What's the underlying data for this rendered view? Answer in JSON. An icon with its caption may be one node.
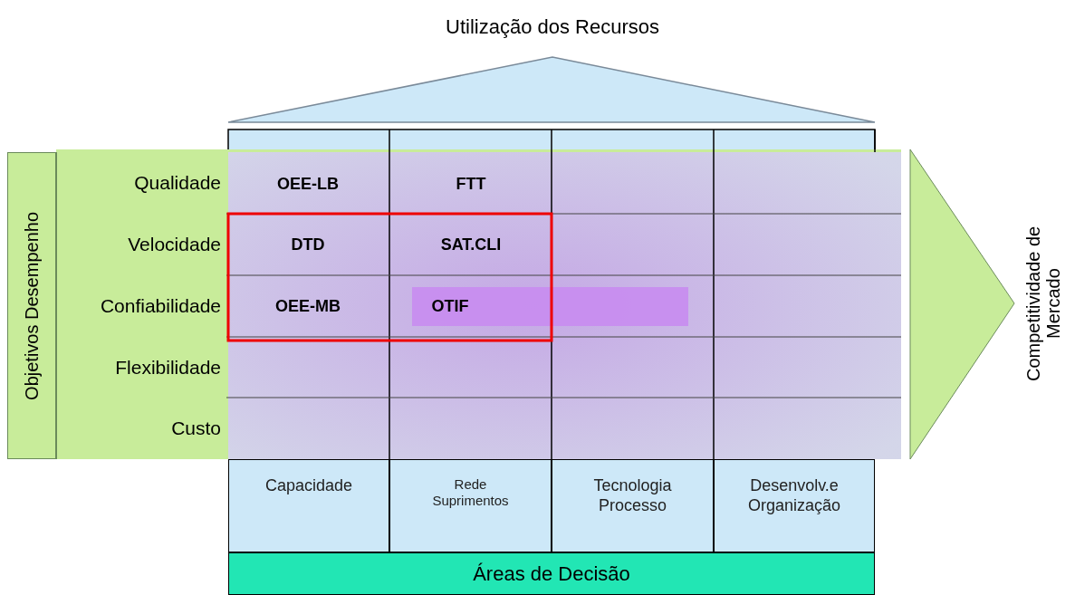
{
  "diagram": {
    "title": "Utilização dos Recursos",
    "nodes": [
      {
        "text": [
          "Objetivos Desempenho"
        ]
      },
      {
        "text": [
          "Qualidade"
        ]
      },
      {
        "text": [
          "Velocidade"
        ]
      },
      {
        "text": [
          "Confiabilidade"
        ]
      },
      {
        "text": [
          "Flexibilidade"
        ]
      },
      {
        "text": [
          "Custo"
        ]
      },
      {
        "text": [
          "Capacidade"
        ]
      },
      {
        "text": [
          "Rede Suprimentos"
        ]
      },
      {
        "text": [
          "Tecnologia Processo"
        ]
      },
      {
        "text": [
          "Desenvolv.e Organização"
        ]
      },
      {
        "text": [
          "Áreas de Decisão"
        ]
      },
      {
        "text": [],
        "shape": "triangle"
      },
      {
        "text": [],
        "shape": "triangle",
        "beside": [
          "Competitividade de Mercado"
        ]
      }
    ],
    "labels": [
      "OEE-LB",
      "FTT",
      "DTD",
      "SAT.CLI",
      "OEE-MB",
      "OTIF"
    ]
  }
}
